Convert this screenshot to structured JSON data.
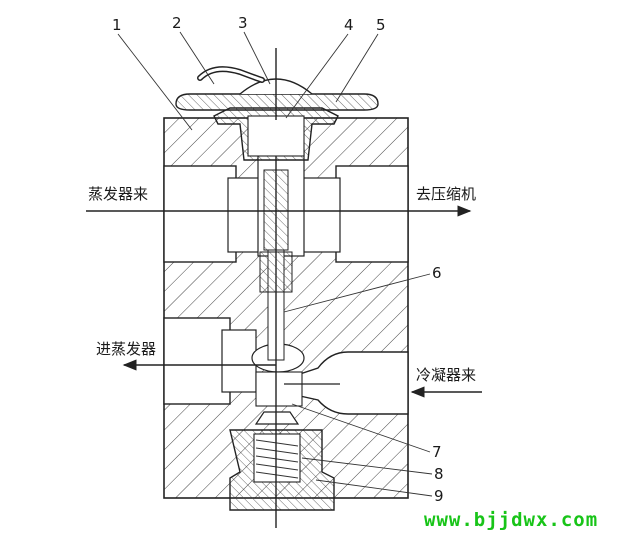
{
  "labels": {
    "p1": "1",
    "p2": "2",
    "p3": "3",
    "p4": "4",
    "p5": "5",
    "p6": "6",
    "p7": "7",
    "p8": "8",
    "p9": "9"
  },
  "flows": {
    "from_evaporator": "蒸发器来",
    "to_compressor": "去压缩机",
    "to_evaporator": "进蒸发器",
    "from_condenser": "冷凝器来"
  },
  "watermark": "www.bjjdwx.com",
  "colors": {
    "watermark": "#18c418",
    "line": "#222222",
    "background": "#ffffff"
  }
}
